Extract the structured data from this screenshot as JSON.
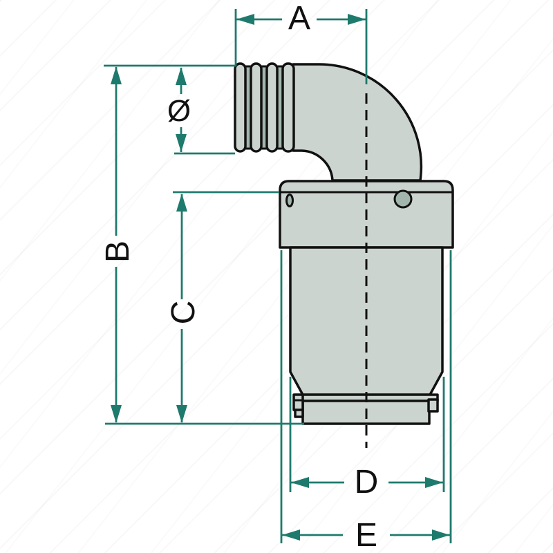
{
  "diagram": {
    "kind": "technical-dimension-drawing",
    "subject": "90-degree hose elbow waterlock / muffler fitting, side view",
    "labels": {
      "a": "A",
      "b": "B",
      "c": "C",
      "d": "D",
      "e": "E",
      "diameter": "Ø"
    },
    "colors": {
      "dimension": "#1e7a6c",
      "outline": "#111111",
      "part_fill": "#ccd4cf",
      "part_shadow": "#a2b6ad",
      "label_color": "#111111",
      "background": "#ffffff"
    },
    "dimensions_marked": [
      {
        "id": "A",
        "measures": "horizontal distance from hose end to vertical centerline",
        "orientation": "horizontal-top"
      },
      {
        "id": "Ø",
        "measures": "outer diameter of corrugated hose connector",
        "orientation": "vertical-upper-left"
      },
      {
        "id": "B",
        "measures": "overall height from hose top to body bottom",
        "orientation": "vertical-left"
      },
      {
        "id": "C",
        "measures": "height of body from flange top to body bottom",
        "orientation": "vertical-left-inner"
      },
      {
        "id": "D",
        "measures": "body cylinder width",
        "orientation": "horizontal-bottom"
      },
      {
        "id": "E",
        "measures": "overall flange width",
        "orientation": "horizontal-bottom-outer"
      }
    ]
  }
}
